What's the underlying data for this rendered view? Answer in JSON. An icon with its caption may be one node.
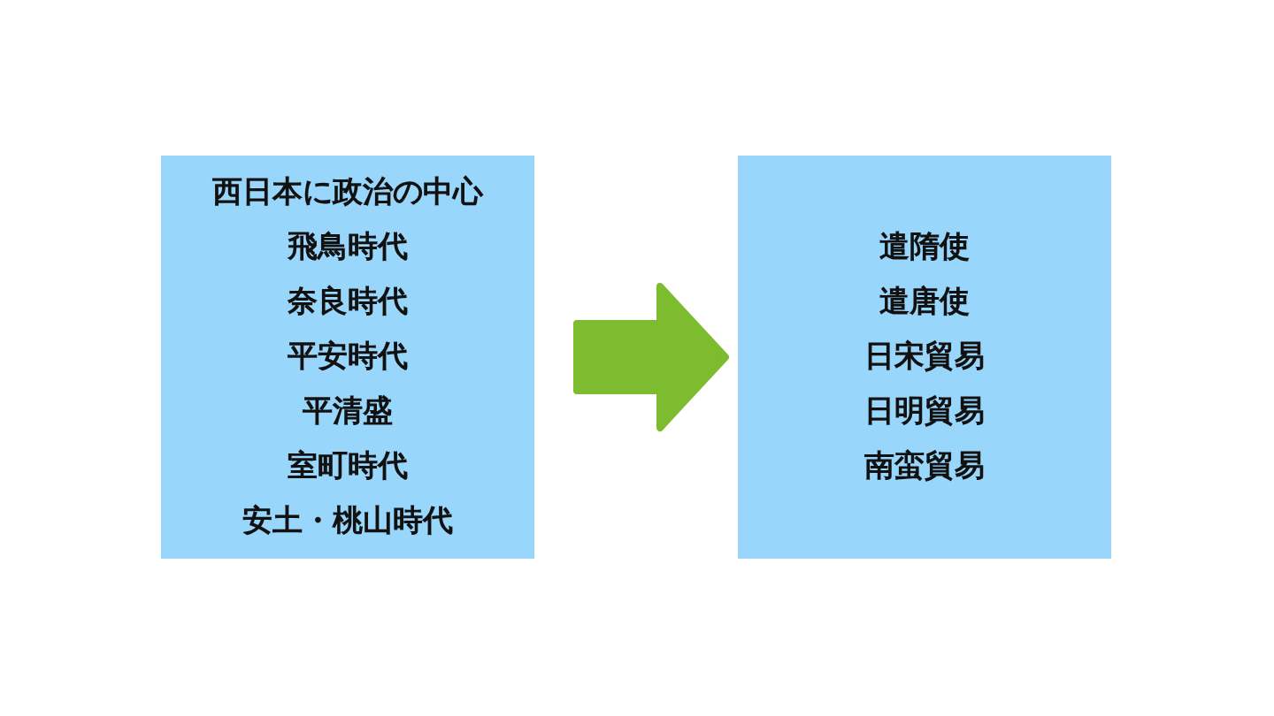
{
  "diagram": {
    "nodes": [
      {
        "text": [
          "西日本に政治の中心",
          "飛鳥時代",
          "奈良時代",
          "平安時代",
          "平清盛",
          "室町時代",
          "安土・桃山時代"
        ]
      },
      {
        "text": [
          "遣隋使",
          "遣唐使",
          "日宋貿易",
          "日明貿易",
          "南蛮貿易"
        ]
      }
    ],
    "edges": [
      {
        "from": 0,
        "to": 1,
        "arrow": "to",
        "color": "#7dbb2f"
      }
    ]
  }
}
